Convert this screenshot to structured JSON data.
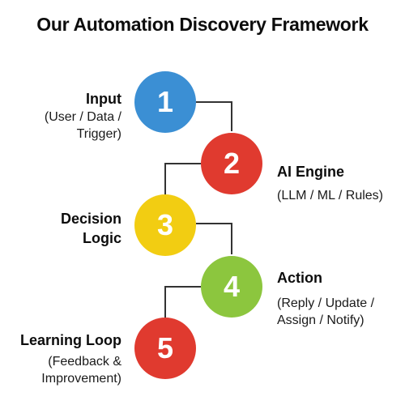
{
  "title": "Our Automation Discovery Framework",
  "colors": {
    "step1": "#3b8fd4",
    "step2": "#e03a2f",
    "step3": "#f2cd12",
    "step4": "#8cc63e",
    "step5": "#e03a2f",
    "connector": "#333333"
  },
  "steps": [
    {
      "number": "1",
      "title": "Input",
      "desc_line1": "(User / Data /",
      "desc_line2": "Trigger)"
    },
    {
      "number": "2",
      "title": "AI Engine",
      "desc_line1": "(LLM / ML / Rules)",
      "desc_line2": ""
    },
    {
      "number": "3",
      "title_line1": "Decision",
      "title_line2": "Logic"
    },
    {
      "number": "4",
      "title": "Action",
      "desc_line1": "(Reply / Update /",
      "desc_line2": "Assign / Notify)"
    },
    {
      "number": "5",
      "title": "Learning Loop",
      "desc_line1": "(Feedback &",
      "desc_line2": "Improvement)"
    }
  ]
}
